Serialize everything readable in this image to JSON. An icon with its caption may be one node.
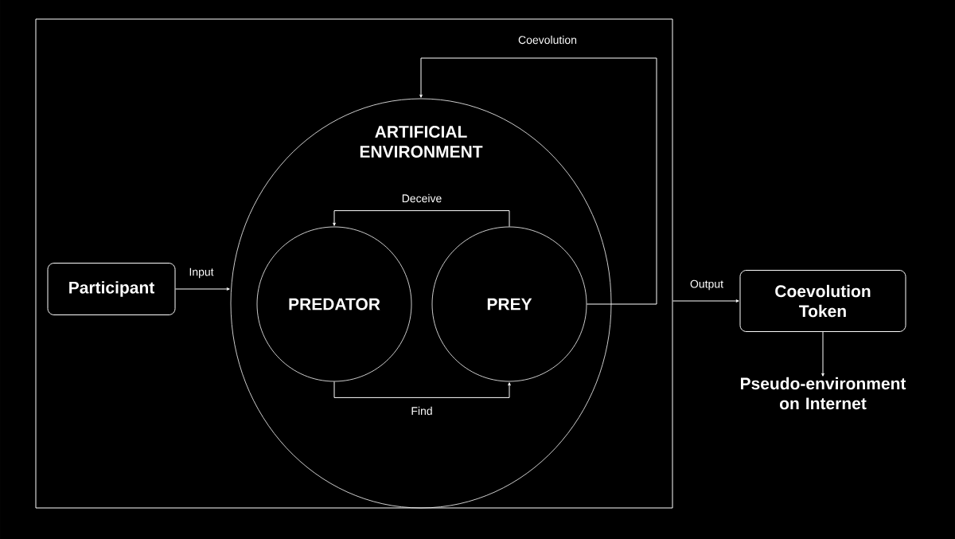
{
  "diagram": {
    "nodes": [
      {
        "text": [],
        "shape": "box"
      },
      {
        "text": [
          "Participant"
        ],
        "in": 0
      },
      {
        "text": [
          "ARTIFICIAL ENVIRONMENT"
        ],
        "in": 0
      },
      {
        "text": [
          "PREDATOR"
        ],
        "in": 2
      },
      {
        "text": [
          "PREY"
        ],
        "in": 2
      },
      {
        "text": [
          "Coevolution Token"
        ]
      },
      {
        "text": [
          "Pseudo-environment on Internet"
        ]
      }
    ],
    "edges": [
      {
        "from": 1,
        "to": 2,
        "arrow": "to",
        "label": "Input"
      },
      {
        "from": 4,
        "to": 3,
        "arrow": "to",
        "label": "Deceive"
      },
      {
        "from": 3,
        "to": 4,
        "arrow": "to",
        "label": "Find"
      },
      {
        "from": 4,
        "to": 2,
        "arrow": "to",
        "label": "Coevolution"
      },
      {
        "from": 0,
        "to": 5,
        "arrow": "to",
        "label": "Output"
      },
      {
        "from": 5,
        "to": 6,
        "arrow": "to"
      }
    ]
  }
}
